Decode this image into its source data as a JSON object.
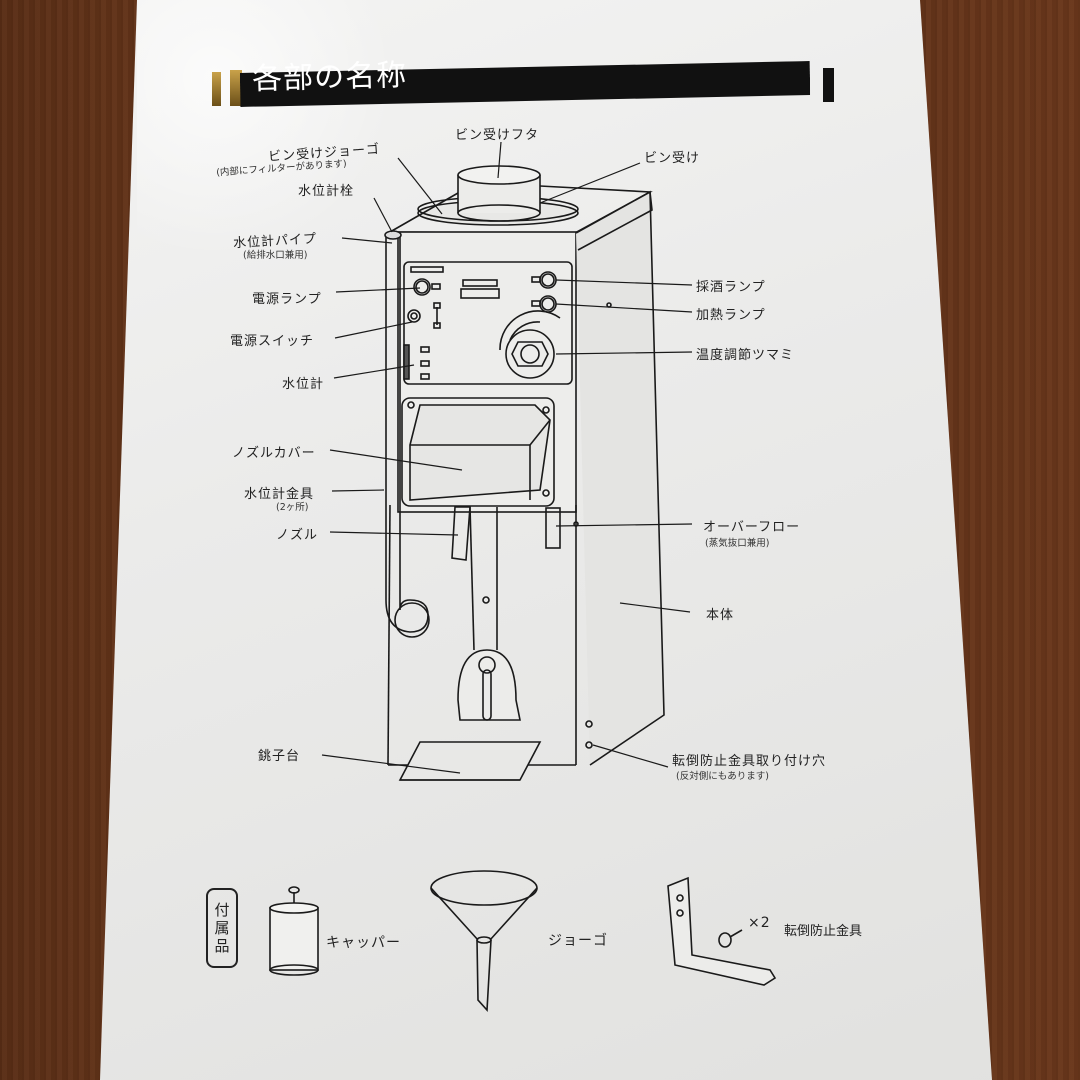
{
  "page": {
    "title": "各部の名称",
    "background": {
      "wood": "#5e3019",
      "paper": "#ebebea",
      "ink": "#222222"
    }
  },
  "labels": {
    "bin_lid": "ビン受けフタ",
    "bin_receiver": "ビン受け",
    "bin_funnel": "ビン受けジョーゴ",
    "bin_funnel_note": "(内部にフィルターがあります)",
    "level_plug": "水位計栓",
    "level_pipe": "水位計パイプ",
    "level_pipe_note": "(給排水口兼用)",
    "power_lamp": "電源ランプ",
    "power_switch": "電源スイッチ",
    "level_gauge": "水位計",
    "nozzle_cover": "ノズルカバー",
    "level_bracket": "水位計金具",
    "level_bracket_note": "(2ヶ所)",
    "nozzle": "ノズル",
    "pour_lamp": "採酒ランプ",
    "heat_lamp": "加熱ランプ",
    "temp_knob": "温度調節ツマミ",
    "overflow": "オーバーフロー",
    "overflow_note": "(蒸気抜口兼用)",
    "body": "本体",
    "tokkuri_stand": "銚子台",
    "anti_tip_holes": "転倒防止金具取り付け穴",
    "anti_tip_holes_note": "(反対側にもあります)"
  },
  "accessories": {
    "heading": [
      "付",
      "属",
      "品"
    ],
    "items": [
      {
        "name": "キャッパー",
        "icon": "capper-icon"
      },
      {
        "name": "ジョーゴ",
        "icon": "funnel-icon"
      },
      {
        "name": "転倒防止金具",
        "icon": "bracket-icon",
        "quantity": "×2"
      }
    ]
  }
}
